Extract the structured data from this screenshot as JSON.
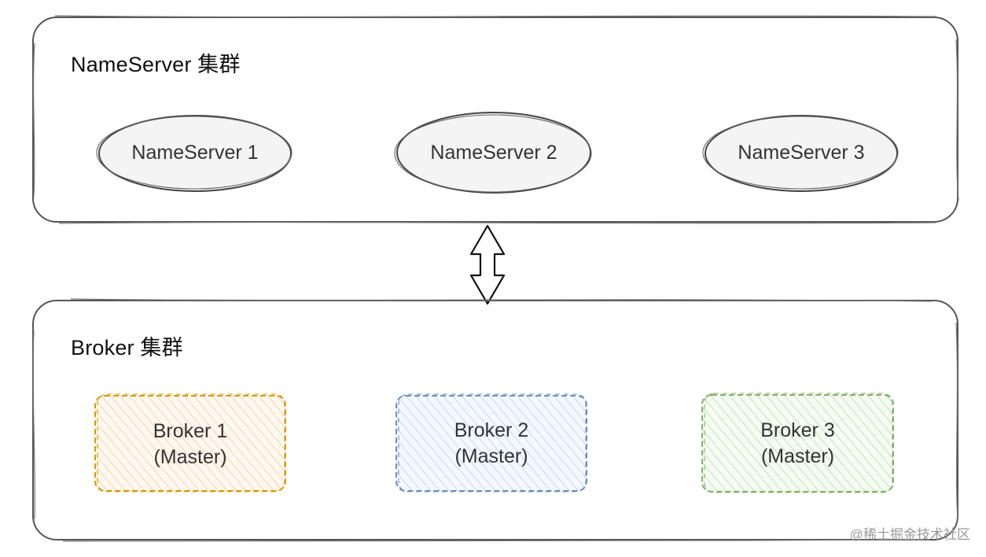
{
  "clusters": {
    "nameserver": {
      "title": "NameServer 集群",
      "nodes": [
        {
          "label": "NameServer 1"
        },
        {
          "label": "NameServer 2"
        },
        {
          "label": "NameServer 3"
        }
      ]
    },
    "broker": {
      "title": "Broker 集群",
      "nodes": [
        {
          "line1": "Broker 1",
          "line2": "(Master)",
          "color": "#d79b00",
          "fill": "#ffe6cc"
        },
        {
          "line1": "Broker 2",
          "line2": "(Master)",
          "color": "#6c8ebf",
          "fill": "#dae8fc"
        },
        {
          "line1": "Broker 3",
          "line2": "(Master)",
          "color": "#82b366",
          "fill": "#d5e8d4"
        }
      ]
    }
  },
  "connector": {
    "type": "bidirectional-arrow"
  },
  "watermark": "@稀土掘金技术社区"
}
